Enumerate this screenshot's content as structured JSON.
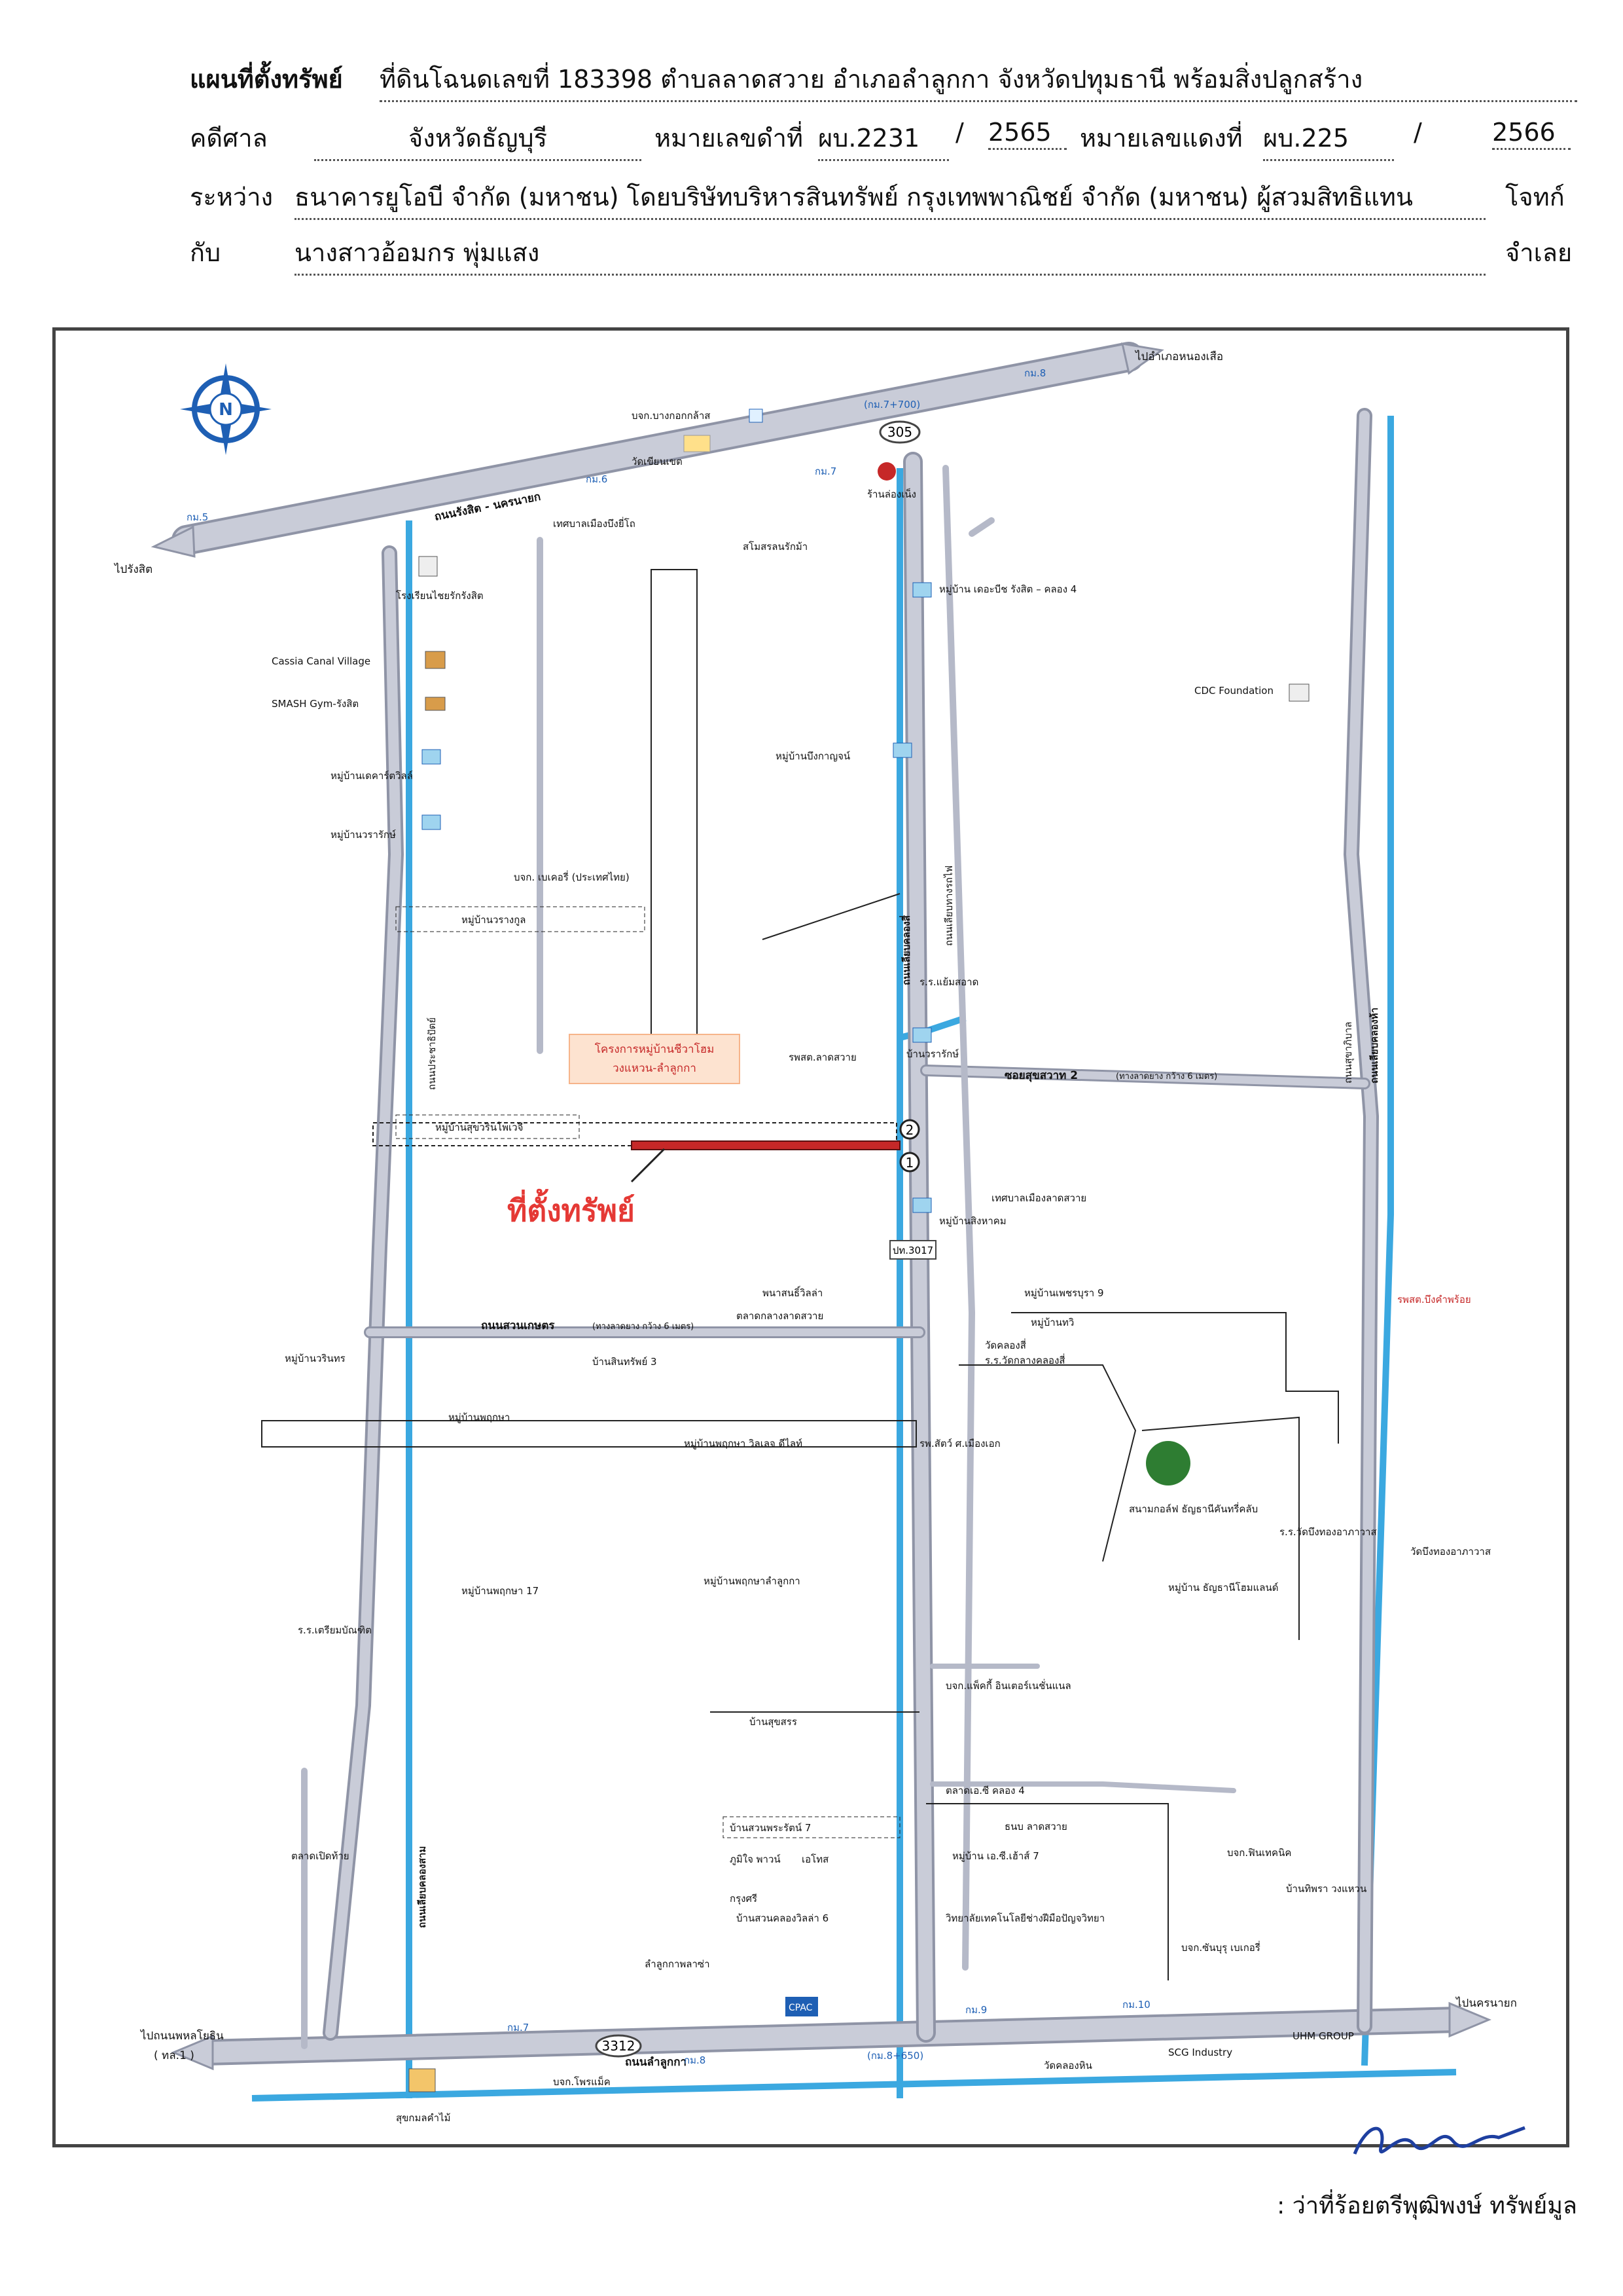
{
  "header": {
    "title_label": "แผนที่ตั้งทรัพย์",
    "title_value": "ที่ดินโฉนดเลขที่ 183398 ตำบลลาดสวาย อำเภอลำลูกกา จังหวัดปทุมธานี พร้อมสิ่งปลูกสร้าง",
    "court_label": "คดีศาล",
    "court_value": "จังหวัดธัญบุรี",
    "black_no_label": "หมายเลขดำที่",
    "black_no_a": "ผบ.2231",
    "black_no_sep": "/",
    "black_no_b": "2565",
    "red_no_label": "หมายเลขแดงที่",
    "red_no_a": "ผบ.225",
    "red_no_sep": "/",
    "red_no_b": "2566",
    "between_label": "ระหว่าง",
    "between_value": "ธนาคารยูโอบี จำกัด (มหาชน) โดยบริษัทบริหารสินทรัพย์ กรุงเทพพาณิชย์ จำกัด (มหาชน) ผู้สวมสิทธิแทน",
    "plaintiff": "โจทก์",
    "with_label": "กับ",
    "with_value": "นางสาวอ้อมกร พุ่มแสง",
    "defendant": "จำเลย"
  },
  "map": {
    "compass": "N",
    "property_label": "ที่ตั้งทรัพย์",
    "project_label_1": "โครงการหมู่บ้านชีวาโฮม",
    "project_label_2": "วงแหวน-ลำลูกกา",
    "roads": {
      "rangsit_nakhon_nayok": "ถนนรังสิต - นครนายก",
      "lam_luk_ka": "ถนนลำลูกกา",
      "suan_kaset": "ถนนสวนเกษตร",
      "soi_suk_sawat_2": "ซอยสุขสวาท 2",
      "soi_suk_sawat_2_note": "(ทางลาดยาง กว้าง 6 เมตร)",
      "suan_kaset_note": "(ทางลาดยาง กว้าง 6 เมตร)",
      "to_rangsit": "ไปรังสิต",
      "to_nong_suea": "ไปอำเภอหนองเสือ",
      "to_nakhon_nayok": "ไปนครนายก",
      "to_phahon_1": "ไปถนนพหลโยธิน",
      "to_phahon_2": "( ทล.1 )",
      "route_305": "305",
      "route_3312": "3312",
      "route_3017": "ปท.3017",
      "km_5": "กม.5",
      "km_6": "กม.6",
      "km_7": "กม.7",
      "km_7_700": "(กม.7+700)",
      "km_8": "กม.8",
      "km_8_650": "(กม.8+650)",
      "km_9": "กม.9",
      "km_10": "กม.10",
      "km_7b": "กม.7",
      "km_8b": "กม.8"
    },
    "places": [
      "บจก.บางกอกกล้าส",
      "วัดเขียนเขต",
      "ร้านล่องเน็ง",
      "สโมสรลนรักม้า",
      "เทศบาลเมืองบึงยี่โถ",
      "หมู่บ้าน เดอะบีช รังสิต – คลอง 4",
      "โรงเรียนไชยรักรังสิต",
      "Cassia Canal Village",
      "SMASH Gym-รังสิต",
      "CDC Foundation",
      "หมู่บ้านบึงกาญจน์",
      "หมู่บ้านเดคาร์ตวิลล์",
      "หมู่บ้านวรารักษ์",
      "บจก. เบเคอรี่ (ประเทศไทย)",
      "หมู่บ้านวรางกูล",
      "ร.ร.แย้มสอาด",
      "รพสต.ลาดสวาย",
      "บ้านวรารักษ์",
      "หมู่บ้านสุขวรินโพเวจี",
      "เทศบาลเมืองลาดสวาย",
      "หมู่บ้านสิงหาคม",
      "พนาสนธิ์วิลล่า",
      "ตลาดกลางลาดสวาย",
      "หมู่บ้านเพชรบุรา 9",
      "หมู่บ้านทวิ",
      "วัดคลองสี่",
      "ร.ร.วัดกลางคลองสี่",
      "รพสต.บึงคำพร้อย",
      "หมู่บ้านวรินทร",
      "บ้านสินทรัพย์ 3",
      "หมู่บ้านพฤกษา",
      "หมู่บ้านพฤกษา วิลเลจ ดีไลท์",
      "รพ.สัตว์ ศ.เมืองเอก",
      "สนามกอล์ฟ ธัญธานีคันทรี่คลับ",
      "ร.ร.วัดบึงทองอาภาวาส",
      "วัดบึงทองอาภาวาส",
      "หมู่บ้านพฤกษา 17",
      "หมู่บ้านพฤกษาลำลูกกา",
      "หมู่บ้าน ธัญธานีโฮมแลนด์",
      "ร.ร.เตรียมบัณฑิต",
      "บจก.แพ็คกี้ อินเตอร์เนชั่นแนล",
      "บ้านสุขสรร",
      "ตลาดเอ.ซี คลอง 4",
      "บ้านสวนพระรัตน์ 7",
      "ธนบ ลาดสวาย",
      "หมู่บ้าน เอ.ซี.เฮ้าส์ 7",
      "ตลาดเปิดท้าย",
      "ภูมิใจ พาวน์",
      "เอโทส",
      "กรุงศรี",
      "บ้านสวนคลองวิลล่า 6",
      "วิทยาลัยเทคโนโลยีช่างฝีมือปัญจวิทยา",
      "บจก.ฟินเทคนิค",
      "บ้านทิพรา วงแหวน",
      "บจก.ซันบุรุ เบเกอรี่",
      "ลำลูกกาพลาซ่า",
      "CPAC",
      "วัดคลองหิน",
      "SCG Industry",
      "UHM GROUP",
      "บจก.โพรแม็ค",
      "สุขกมลคำไม้"
    ],
    "roads_side": [
      "ถนนเลียบคลองสาม",
      "ถนนเลียบคลองสี่",
      "ถนนเลียบคลองห้า",
      "ถนนประชาธิปัตย์",
      "ถนนเลียบทางรถไฟ",
      "ถนนสุขาภิบาล"
    ],
    "markers": [
      "1",
      "2"
    ]
  },
  "signature": {
    "name": ": ว่าที่ร้อยตรีพุฒิพงษ์ ทรัพย์มูล"
  },
  "colors": {
    "road": "#c9ccd8",
    "road_edge": "#8f94a6",
    "canal": "#3ba8e0",
    "property": "#c62828",
    "label_red": "#e53935",
    "frame": "#444444"
  }
}
